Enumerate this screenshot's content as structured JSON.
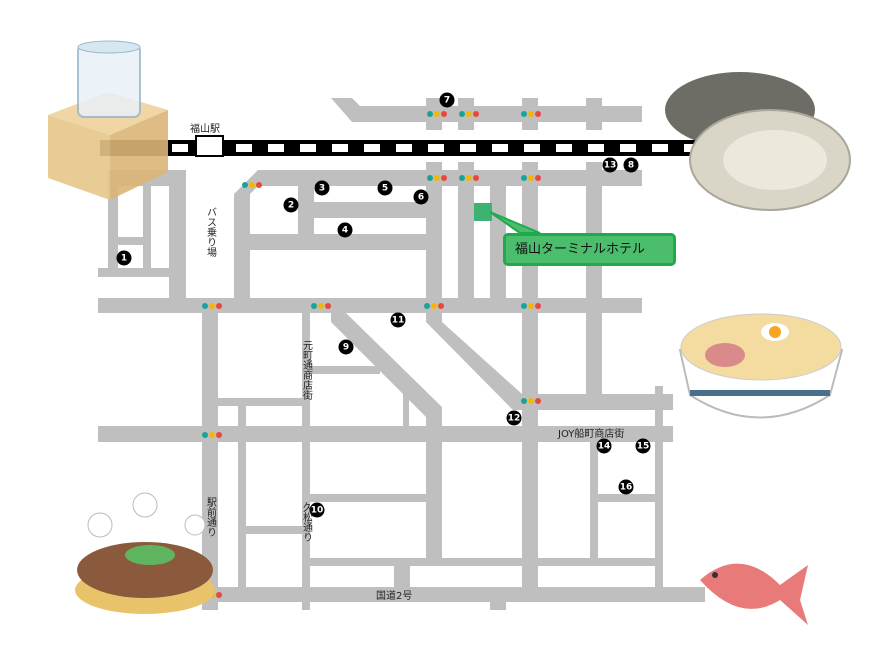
{
  "map": {
    "station": "福山駅",
    "bus_stop": "バス乗り場",
    "hotel": "福山ターミナルホテル",
    "streets": {
      "motomachi": "元町通商店街",
      "hisamatsu": "久松通り",
      "ekimae": "駅前通り",
      "joy_funamachi": "JOY船町商店街",
      "route2": "国道2号"
    },
    "markers": [
      "1",
      "2",
      "3",
      "4",
      "5",
      "6",
      "7",
      "8",
      "9",
      "10",
      "11",
      "12",
      "13",
      "14",
      "15",
      "16"
    ],
    "colors": {
      "road": "#bfbfbf",
      "hotel": "#3cb371",
      "rail": "#000000",
      "signal_green": "#1aa39a",
      "signal_yellow": "#f2b705",
      "signal_red": "#e8473c"
    },
    "illustrations": [
      "sake-masu-icon",
      "oyster-icon",
      "ramen-icon",
      "okonomiyaki-icon",
      "sea-bream-icon"
    ]
  }
}
